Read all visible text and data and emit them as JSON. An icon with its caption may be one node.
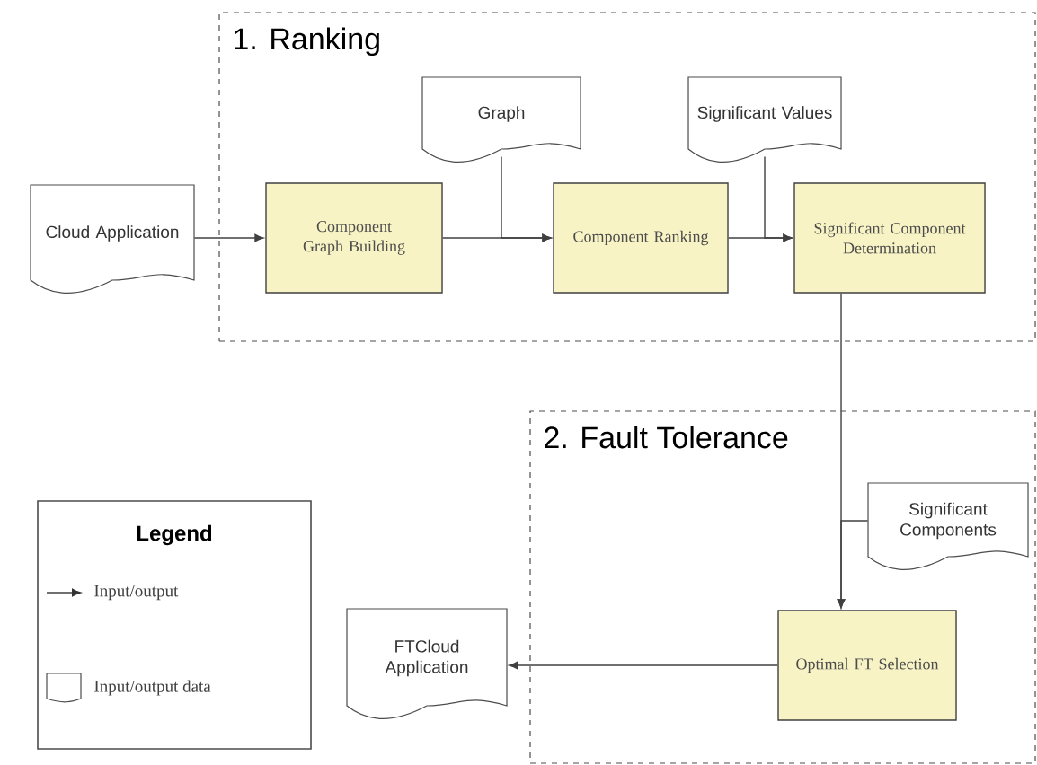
{
  "diagram": {
    "nodes": [
      {
        "text": [
          "1. Ranking"
        ]
      },
      {
        "text": [
          "Cloud Application"
        ]
      },
      {
        "text": [
          "Component Graph Building"
        ],
        "in": 0
      },
      {
        "text": [
          "Graph"
        ],
        "in": 0
      },
      {
        "text": [
          "Component Ranking"
        ],
        "in": 0
      },
      {
        "text": [
          "Significant Values"
        ],
        "in": 0
      },
      {
        "text": [
          "Significant Component Determination"
        ],
        "in": 0
      },
      {
        "text": [
          "2. Fault Tolerance"
        ]
      },
      {
        "text": [
          "Significant Components"
        ],
        "in": 7
      },
      {
        "text": [
          "Optimal FT Selection"
        ],
        "in": 7
      },
      {
        "text": [
          "FTCloud Application"
        ]
      }
    ],
    "edges": [
      {
        "from": 1,
        "to": 2,
        "arrow": "to"
      },
      {
        "from": 2,
        "to": 4,
        "arrow": "to"
      },
      {
        "from": 3,
        "to": 4,
        "arrow": "to"
      },
      {
        "from": 4,
        "to": 6,
        "arrow": "to"
      },
      {
        "from": 5,
        "to": 6,
        "arrow": "to"
      },
      {
        "from": 6,
        "to": 9,
        "arrow": "to"
      },
      {
        "from": 8,
        "to": 9,
        "arrow": "to"
      },
      {
        "from": 9,
        "to": 10,
        "arrow": "to"
      }
    ],
    "labels": [
      "Legend"
    ],
    "legend": [
      {
        "text": "Input/output"
      },
      {
        "text": "Input/output data"
      }
    ]
  }
}
